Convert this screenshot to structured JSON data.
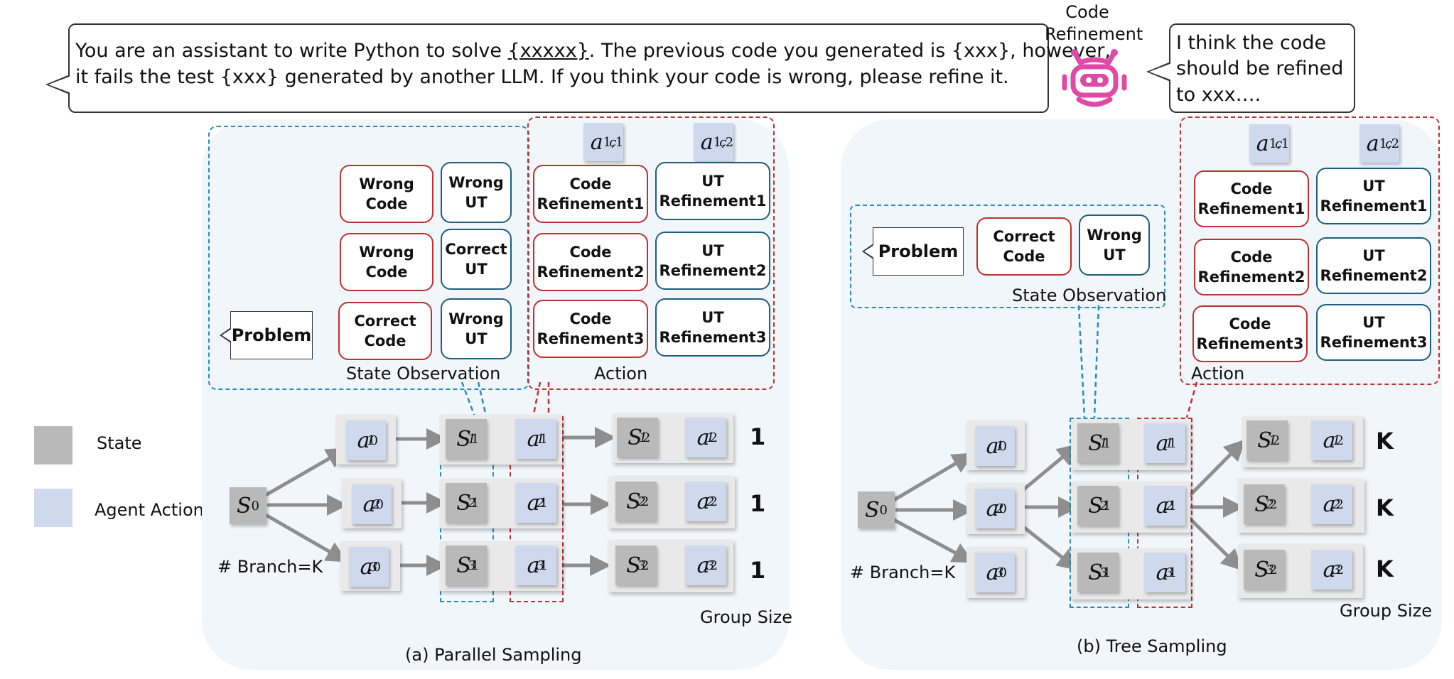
{
  "prompt": {
    "line1_before": "You are an assistant to write Python to solve ",
    "line1_task": "{xxxxx}",
    "line1_after": ". The previous code you generated is {xxx}, however,",
    "line2": "it fails the test {xxx} generated by another LLM. If you think your code is wrong, please refine it."
  },
  "robot": {
    "label": "Code\nRefinement",
    "color": "#e04aa6"
  },
  "response": {
    "text": "I think the code\nshould be refined\nto xxx…."
  },
  "legend": {
    "state": "State",
    "agent_action": "Agent Action",
    "state_color": "#b9b9b9",
    "action_color": "#cfd9ee"
  },
  "common": {
    "problem": "Problem",
    "state_observation": "State Observation",
    "action": "Action",
    "action_code_top": "a",
    "branch": "# Branch=K",
    "group_size": "Group Size",
    "code_refinements": [
      "Code\nRefinement1",
      "Code\nRefinement2",
      "Code\nRefinement3"
    ],
    "ut_refinements": [
      "UT\nRefinement1",
      "UT\nRefinement2",
      "UT\nRefinement3"
    ]
  },
  "panel_a": {
    "caption": "(a) Parallel Sampling",
    "observations": [
      {
        "code": "Wrong\nCode",
        "ut": "Wrong\nUT"
      },
      {
        "code": "Wrong\nCode",
        "ut": "Correct\nUT"
      },
      {
        "code": "Correct\nCode",
        "ut": "Wrong\nUT"
      }
    ],
    "group_sizes": [
      "1",
      "1",
      "1"
    ]
  },
  "panel_b": {
    "caption": "(b) Tree Sampling",
    "observation": {
      "code": "Correct\nCode",
      "ut": "Wrong\nUT"
    },
    "group_sizes": [
      "K",
      "K",
      "K"
    ]
  },
  "colors": {
    "red": "#c0302e",
    "blue": "#1f5e7f",
    "dashed_blue": "#2a8aba",
    "panel_bg": "#f1f6fb",
    "arrow": "#8e8e8e"
  }
}
